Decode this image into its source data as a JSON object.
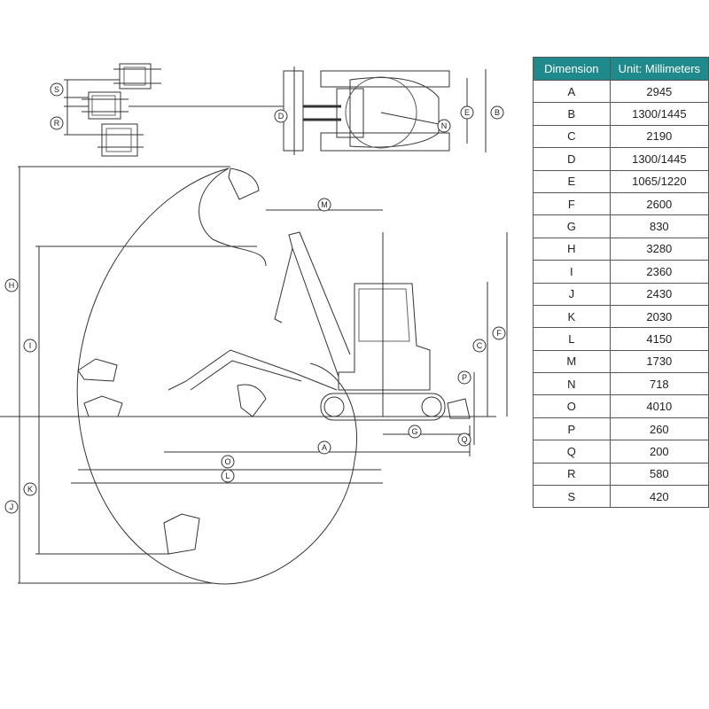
{
  "colors": {
    "header_bg": "#1f8a8c",
    "header_text": "#ffffff",
    "line": "#333333"
  },
  "table": {
    "headers": [
      "Dimension",
      "Unit: Millimeters"
    ],
    "rows": [
      [
        "A",
        "2945"
      ],
      [
        "B",
        "1300/1445"
      ],
      [
        "C",
        "2190"
      ],
      [
        "D",
        "1300/1445"
      ],
      [
        "E",
        "1065/1220"
      ],
      [
        "F",
        "2600"
      ],
      [
        "G",
        "830"
      ],
      [
        "H",
        "3280"
      ],
      [
        "I",
        "2360"
      ],
      [
        "J",
        "2430"
      ],
      [
        "K",
        "2030"
      ],
      [
        "L",
        "4150"
      ],
      [
        "M",
        "1730"
      ],
      [
        "N",
        "718"
      ],
      [
        "O",
        "4010"
      ],
      [
        "P",
        "260"
      ],
      [
        "Q",
        "200"
      ],
      [
        "R",
        "580"
      ],
      [
        "S",
        "420"
      ]
    ]
  },
  "callouts": [
    "S",
    "R",
    "D",
    "E",
    "B",
    "N",
    "M",
    "H",
    "I",
    "C",
    "F",
    "P",
    "G",
    "Q",
    "A",
    "O",
    "L",
    "K",
    "J"
  ]
}
